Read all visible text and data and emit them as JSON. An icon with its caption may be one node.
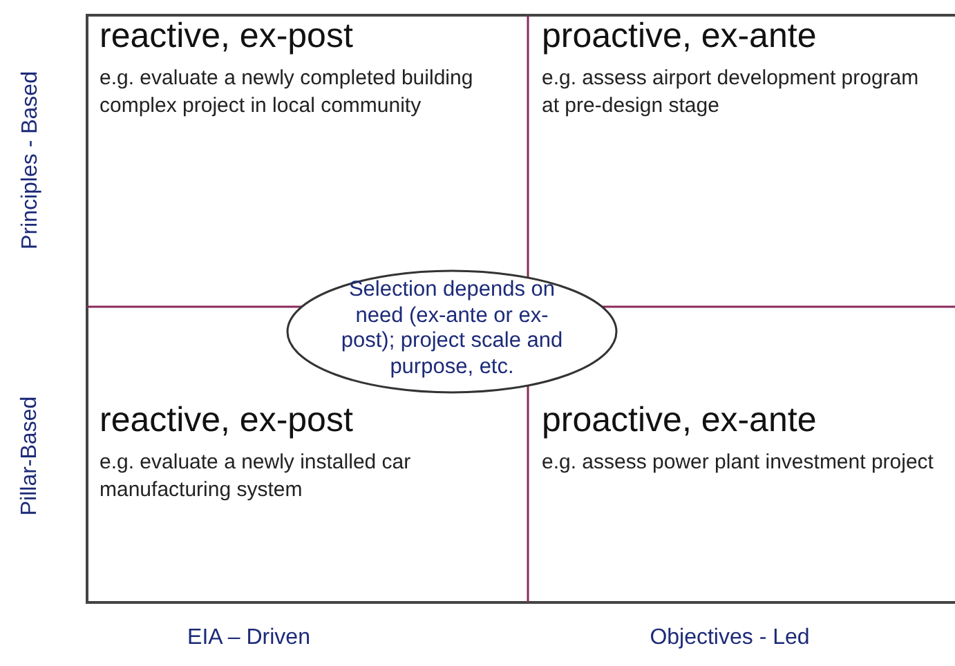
{
  "diagram": {
    "nodes": [
      {
        "text": [
          "reactive, ex-post",
          "e.g. evaluate a newly completed building complex project in local community"
        ]
      },
      {
        "text": [
          "proactive, ex-ante",
          "e.g. assess airport development program at pre-design stage"
        ]
      },
      {
        "text": [
          "reactive, ex-post",
          "e.g. evaluate a newly installed car manufacturing system"
        ]
      },
      {
        "text": [
          "proactive, ex-ante",
          "e.g. assess power plant investment project"
        ]
      },
      {
        "text": [
          "Selection depends on need (ex-ante or ex-post); project scale and purpose, etc."
        ]
      }
    ],
    "labels": [
      "Principles - Based",
      "Pillar-Based",
      "EIA – Driven",
      "Objectives - Led"
    ]
  }
}
